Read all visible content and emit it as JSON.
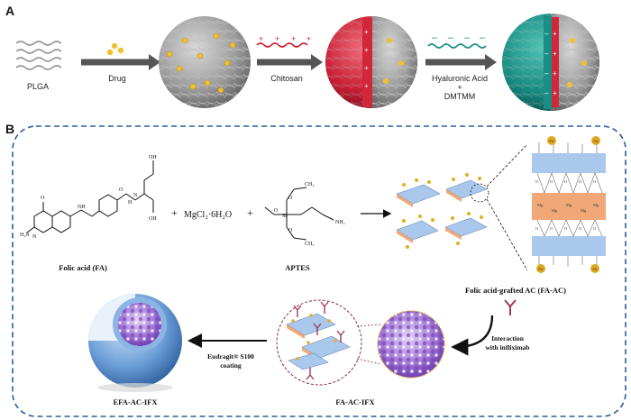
{
  "panel_a": {
    "label": "A",
    "plga": "PLGA",
    "drug": "Drug",
    "chitosan": "Chitosan",
    "hyaluronic_acid": "Hyaluronic Acid",
    "plus": "+",
    "dmtmm": "DMTMM"
  },
  "panel_b": {
    "label": "B",
    "folic_acid": "Folic acid (FA)",
    "plus1": "+",
    "mgcl2": "MgCl₂·6H₂O",
    "plus2": "+",
    "aptes": "APTES",
    "fa_ac": "Folic acid-grafted AC (FA-AC)",
    "interaction": "Interaction",
    "interaction2": "with infliximab",
    "fa_ac_ifx": "FA-AC-IFX",
    "eudragit": "Eudragit® S100",
    "coating": "coating",
    "efa_ac_ifx": "EFA-AC-IFX",
    "fa_tag": "FA"
  },
  "colors": {
    "plga_grey": "#8a8a8a",
    "drug_yellow": "#f2c12e",
    "chitosan_red": "#d2263a",
    "hyaluronic_teal": "#1b8f86",
    "arrow_grey": "#555555",
    "dashed_border": "#2a5d9c",
    "sheet_blue": "#a9c8ec",
    "sheet_orange": "#f0a878",
    "purple": "#8e5cc4"
  }
}
